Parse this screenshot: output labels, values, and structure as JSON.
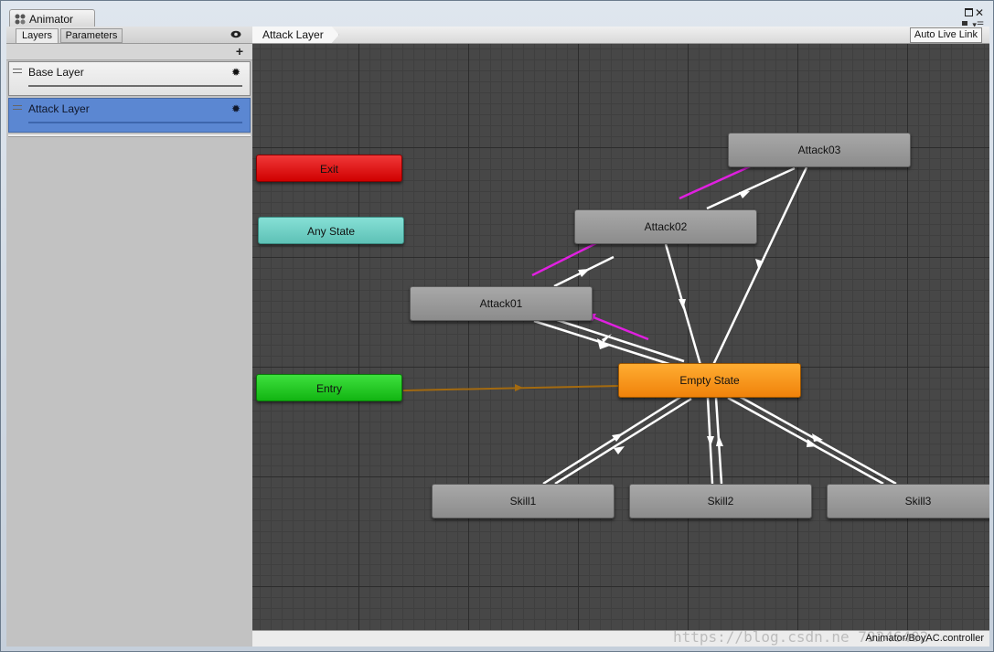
{
  "window": {
    "title": "Animator",
    "icon": "animator-icon"
  },
  "left_panel": {
    "tabs": [
      "Layers",
      "Parameters"
    ],
    "active_tab": "Layers",
    "eye_icon": "eye-icon",
    "add_icon": "plus-icon",
    "layers": [
      {
        "name": "Base Layer",
        "selected": false
      },
      {
        "name": "Attack Layer",
        "selected": true
      }
    ]
  },
  "graph": {
    "breadcrumb": "Attack Layer",
    "live_link_button": "Auto Live Link",
    "controller_path": "Animator/BoyAC.controller",
    "watermark": "https://blog.csdn.ne    79246402",
    "states": {
      "exit": "Exit",
      "any_state": "Any State",
      "entry": "Entry",
      "empty_state": "Empty State",
      "attack01": "Attack01",
      "attack02": "Attack02",
      "attack03": "Attack03",
      "skill1": "Skill1",
      "skill2": "Skill2",
      "skill3": "Skill3"
    },
    "colors": {
      "exit": "#e01010",
      "any_state": "#70d0c6",
      "entry": "#22c822",
      "default_state": "#f7920f",
      "selected_layer": "#5b87d2",
      "highlight_arrow": "#e020e0",
      "entry_transition": "#a36a10"
    }
  }
}
